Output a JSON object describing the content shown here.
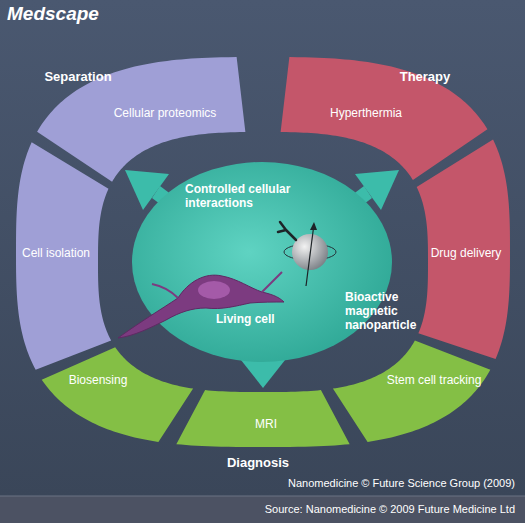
{
  "diagram": {
    "nodes": [
      {
        "text": [
          "Cellular proteomics"
        ]
      },
      {
        "text": [
          "Hyperthermia"
        ]
      },
      {
        "text": [
          "Cell isolation"
        ]
      },
      {
        "text": [
          "Controlled cellular interactions",
          "Living cell",
          "Bioactive magnetic nanoparticle"
        ]
      },
      {
        "text": [
          "Drug delivery"
        ]
      },
      {
        "text": [
          "Biosensing"
        ]
      },
      {
        "text": [
          "Stem cell tracking"
        ]
      },
      {
        "text": [
          "MRI"
        ]
      }
    ],
    "labels": [
      "Medscape",
      "Separation",
      "Therapy",
      "Diagnosis",
      "Nanomedicine © Future Science Group (2009)",
      "Source: Nanomedicine © 2009 Future Medicine Ltd"
    ]
  }
}
